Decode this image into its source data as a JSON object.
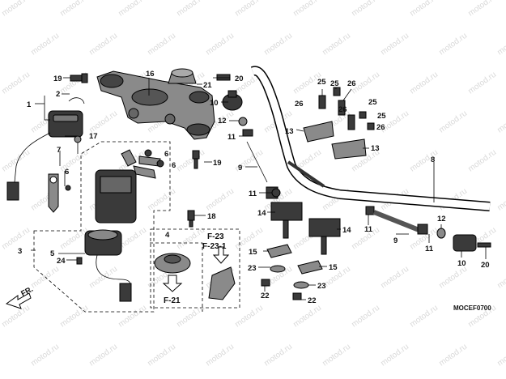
{
  "watermark": "motod.ru",
  "diagram_code": "MOCEF0700",
  "direction_label": "FR.",
  "refs": {
    "f23": "F-23",
    "f231": "F-23-1",
    "f21": "F-21"
  },
  "callouts": {
    "c1": "1",
    "c2": "2",
    "c3": "3",
    "c4": "4",
    "c5": "5",
    "c6a": "6",
    "c6b": "6",
    "c6c": "6",
    "c7": "7",
    "c8": "8",
    "c9a": "9",
    "c9b": "9",
    "c10a": "10",
    "c10b": "10",
    "c11a": "11",
    "c11b": "11",
    "c11c": "11",
    "c11d": "11",
    "c12a": "12",
    "c12b": "12",
    "c13a": "13",
    "c13b": "13",
    "c14a": "14",
    "c14b": "14",
    "c15a": "15",
    "c15b": "15",
    "c16": "16",
    "c17": "17",
    "c18": "18",
    "c19a": "19",
    "c19b": "19",
    "c20a": "20",
    "c20b": "20",
    "c21": "21",
    "c22a": "22",
    "c22b": "22",
    "c23a": "23",
    "c23b": "23",
    "c24": "24",
    "c25a": "25",
    "c25b": "25",
    "c25c": "25",
    "c25d": "25",
    "c26a": "26",
    "c26b": "26",
    "c26c": "26",
    "c26d": "26"
  }
}
